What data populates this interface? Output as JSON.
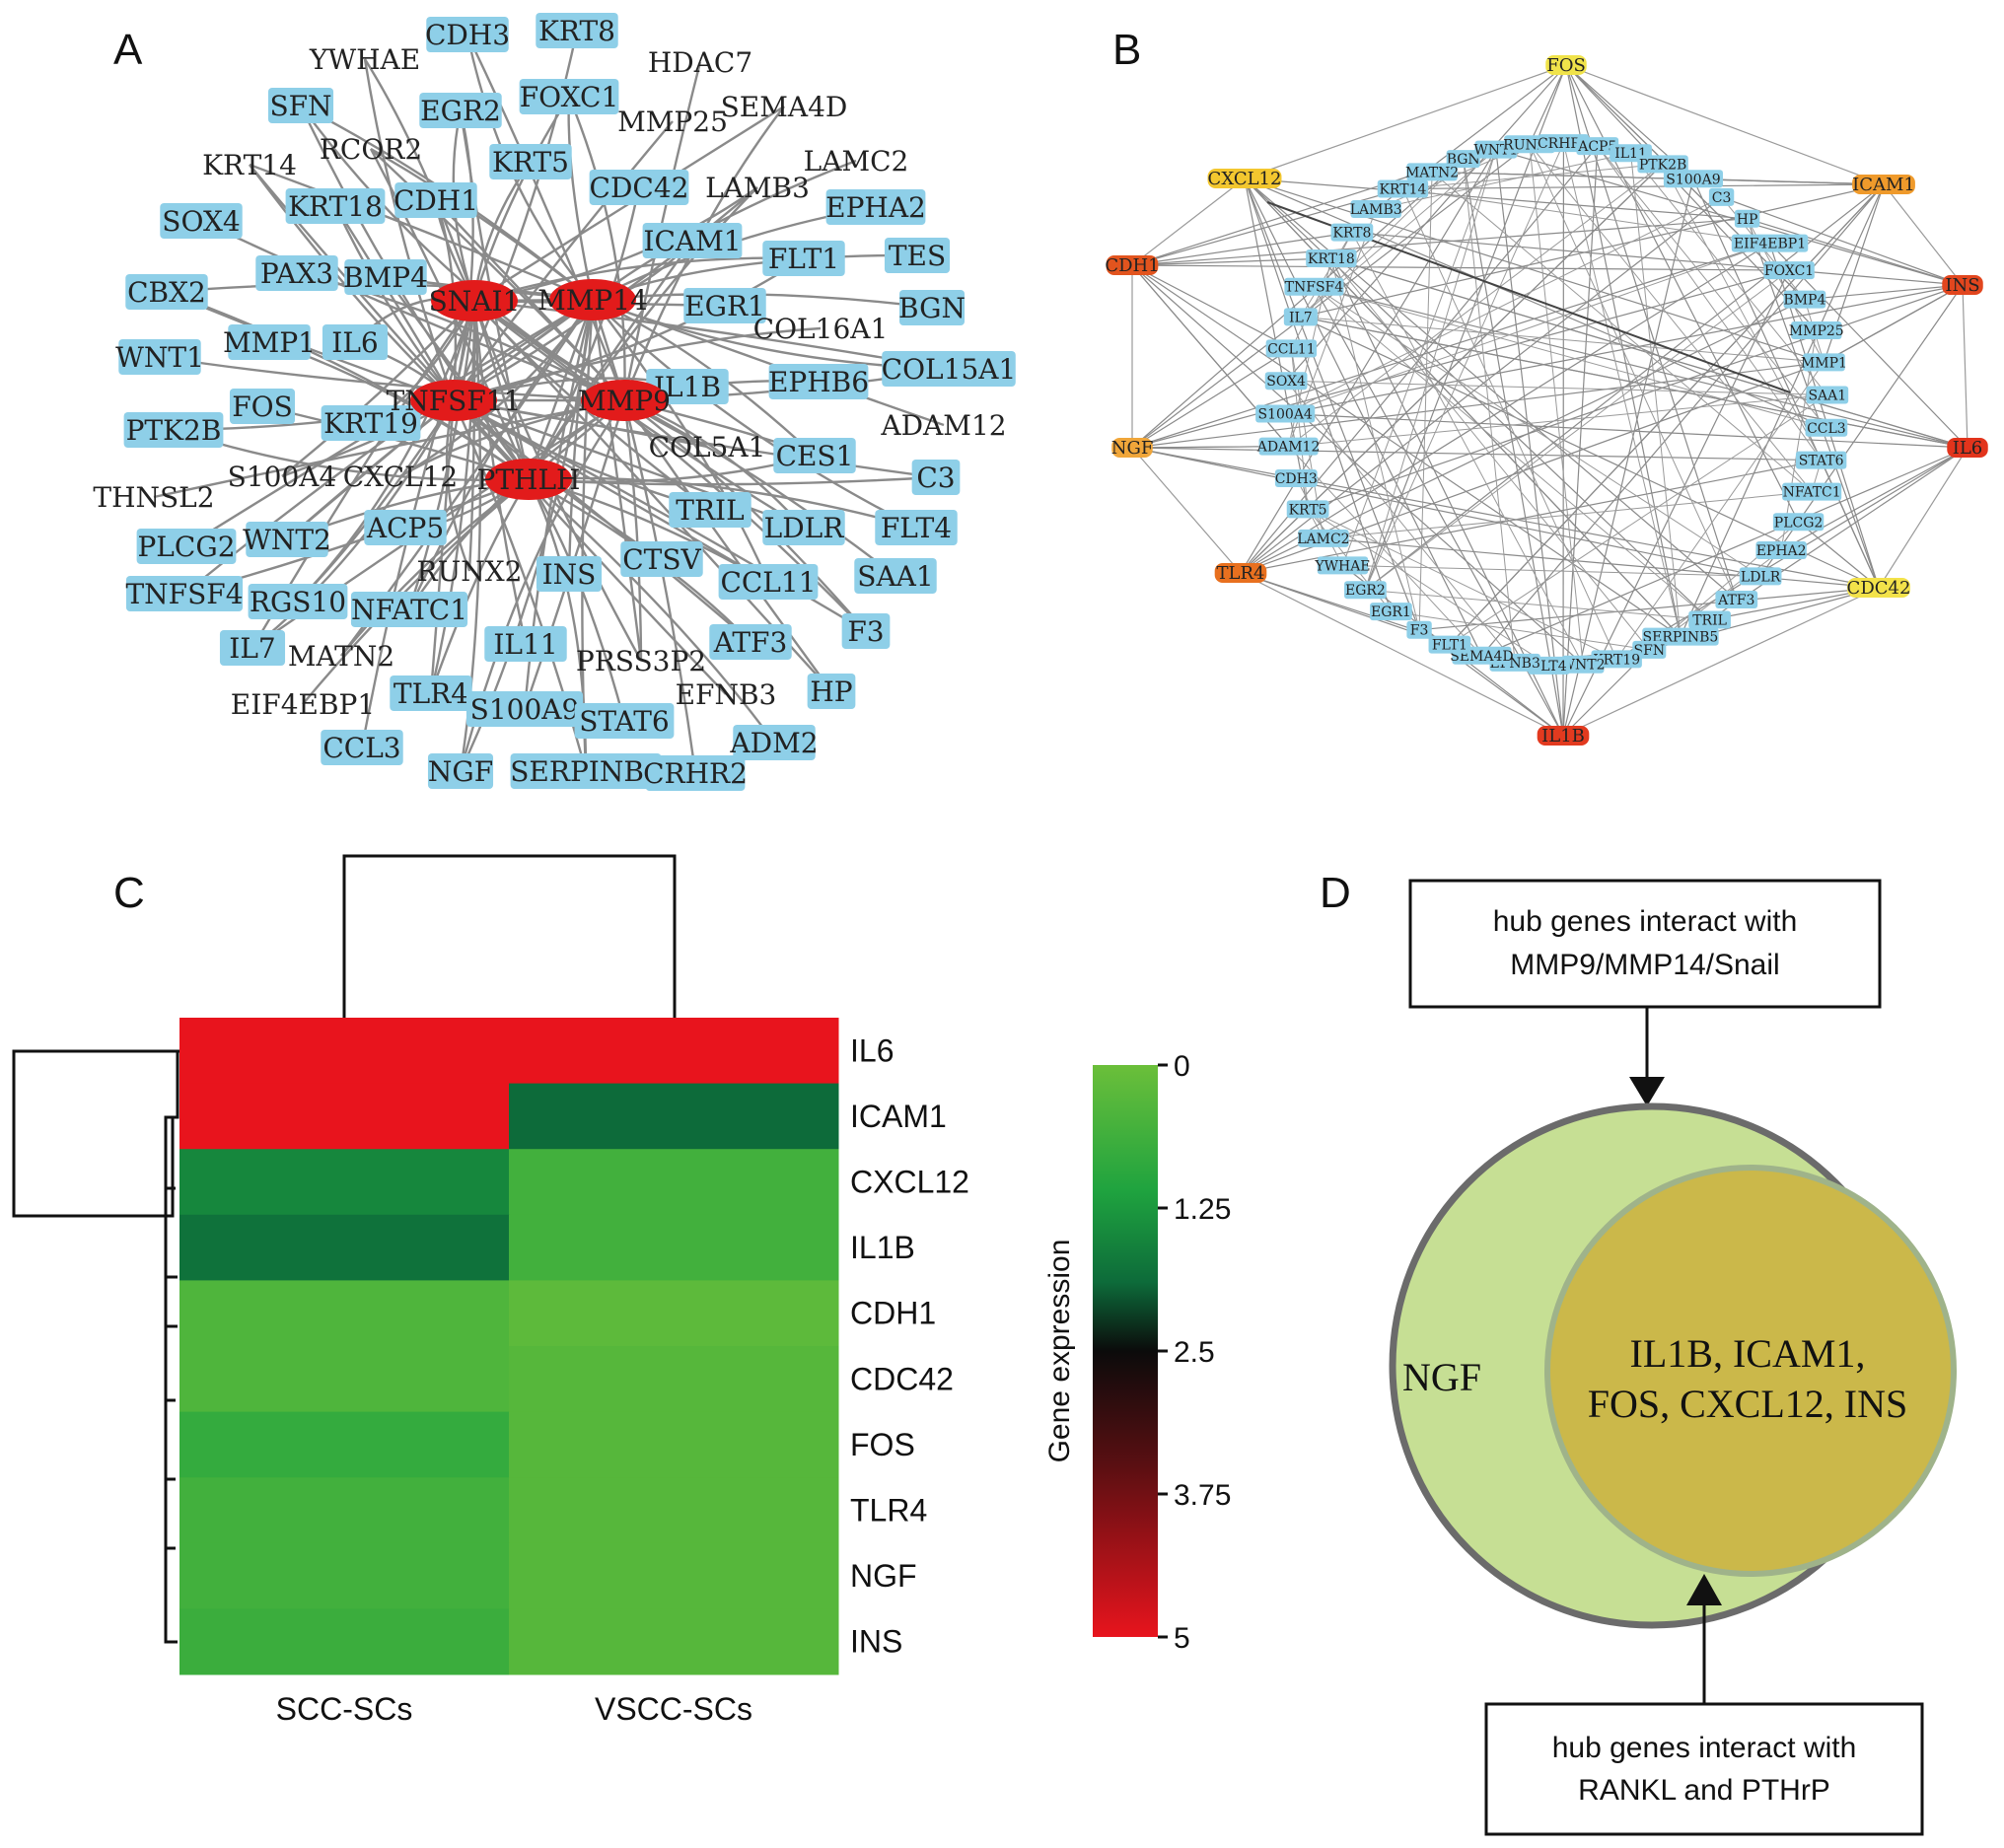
{
  "panels": {
    "a": {
      "letter": "A",
      "hub_nodes": [
        "SNAI1",
        "MMP14",
        "TNFSF11",
        "MMP9",
        "PTHLH"
      ],
      "nodes": [
        "YWHAE",
        "CDH3",
        "KRT8",
        "HDAC7",
        "SFN",
        "EGR2",
        "FOXC1",
        "MMP25",
        "SEMA4D",
        "RCOR2",
        "KRT5",
        "LAMC2",
        "KRT14",
        "CDH1",
        "CDC42",
        "LAMB3",
        "EPHA2",
        "KRT18",
        "SOX4",
        "ICAM1",
        "FLT1",
        "TES",
        "CBX2",
        "PAX3",
        "BMP4",
        "EGR1",
        "BGN",
        "COL16A1",
        "WNT1",
        "MMP1",
        "IL6",
        "COL15A1",
        "IL1B",
        "EPHB6",
        "FOS",
        "KRT19",
        "ADAM12",
        "PTK2B",
        "COL5A1",
        "CES1",
        "S100A4",
        "CXCL12",
        "C3",
        "THNSL2",
        "ACP5",
        "TRIL",
        "PLCG2",
        "WNT2",
        "LDLR",
        "FLT4",
        "RUNX2",
        "INS",
        "CTSV",
        "SAA1",
        "TNFSF4",
        "RGS10",
        "NFATC1",
        "CCL11",
        "IL7",
        "MATN2",
        "IL11",
        "PRSS3P2",
        "ATF3",
        "F3",
        "EIF4EBP1",
        "TLR4",
        "S100A9",
        "EFNB3",
        "HP",
        "STAT6",
        "CCL3",
        "NGF",
        "SERPINB5",
        "CRHR2",
        "ADM2"
      ]
    },
    "b": {
      "letter": "B",
      "outer_nodes": [
        "FOS",
        "ICAM1",
        "INS",
        "IL6",
        "CDC42",
        "IL1B",
        "TLR4",
        "NGF",
        "CDH1",
        "CXCL12"
      ],
      "inner_nodes": [
        "BGN",
        "WNT1",
        "RUNX2",
        "CRHR2",
        "ACP5",
        "IL11",
        "PTK2B",
        "S100A9",
        "C3",
        "HP",
        "EIF4EBP1",
        "FOXC1",
        "BMP4",
        "MMP25",
        "MMP1",
        "SAA1",
        "CCL3",
        "STAT6",
        "NFATC1",
        "PLCG2",
        "EPHA2",
        "LDLR",
        "ATF3",
        "TRIL",
        "SERPINB5",
        "SFN",
        "KRT19",
        "WNT2",
        "FLT4",
        "EFNB3",
        "SEMA4D",
        "FLT1",
        "F3",
        "EGR1",
        "EGR2",
        "YWHAE",
        "LAMC2",
        "KRT5",
        "CDH3",
        "ADAM12",
        "S100A4",
        "SOX4",
        "CCL11",
        "IL7",
        "TNFSF4",
        "KRT18",
        "KRT8",
        "LAMB3",
        "KRT14",
        "MATN2"
      ]
    },
    "c": {
      "letter": "C",
      "legend_title": "Gene expression",
      "legend_ticks": [
        "0",
        "1.25",
        "2.5",
        "3.75",
        "5"
      ]
    },
    "d": {
      "letter": "D",
      "top_box": [
        "hub genes interact with",
        "MMP9/MMP14/Snail"
      ],
      "bottom_box": [
        "hub genes interact with",
        "RANKL and PTHrP"
      ],
      "outer_label": "NGF",
      "inner_label": [
        "IL1B, ICAM1,",
        "FOS, CXCL12, INS"
      ]
    }
  },
  "chart_data": {
    "type": "heatmap",
    "title": "",
    "columns": [
      "SCC-SCs",
      "VSCC-SCs"
    ],
    "rows": [
      "IL6",
      "ICAM1",
      "CXCL12",
      "IL1B",
      "CDH1",
      "CDC42",
      "FOS",
      "TLR4",
      "NGF",
      "INS"
    ],
    "values": [
      [
        5.0,
        5.0
      ],
      [
        5.0,
        1.9
      ],
      [
        1.5,
        0.6
      ],
      [
        1.8,
        0.6
      ],
      [
        0.4,
        0.2
      ],
      [
        0.4,
        0.3
      ],
      [
        0.8,
        0.3
      ],
      [
        0.6,
        0.3
      ],
      [
        0.6,
        0.3
      ],
      [
        0.7,
        0.3
      ]
    ],
    "value_range": [
      0,
      5
    ],
    "color_scale": [
      "#6bbf3a",
      "#1fa33f",
      "#0d6b3a",
      "#0b0b0b",
      "#5a0f12",
      "#e8141d"
    ],
    "legend": {
      "title": "Gene expression",
      "ticks": [
        0,
        1.25,
        2.5,
        3.75,
        5
      ],
      "placement": "right"
    },
    "row_dendrogram": true,
    "column_dendrogram": true
  }
}
